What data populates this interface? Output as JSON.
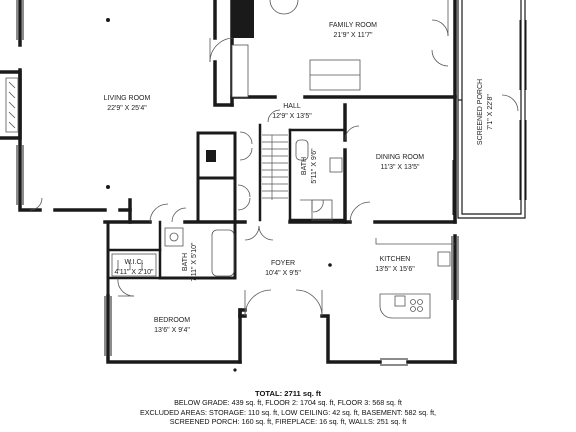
{
  "rooms": {
    "living_room": {
      "name": "LIVING ROOM",
      "dims": "22'9\" X 25'4\""
    },
    "family_room": {
      "name": "FAMILY ROOM",
      "dims": "21'9\" X 11'7\""
    },
    "screened_porch": {
      "name": "SCREENED PORCH",
      "dims": "7'1\" X 22'8\""
    },
    "hall": {
      "name": "HALL",
      "dims": "12'9\" X 13'5\""
    },
    "bath_upper": {
      "name": "BATH",
      "dims": "5'11\" X 9'6\""
    },
    "dining_room": {
      "name": "DINING ROOM",
      "dims": "11'3\" X 13'5\""
    },
    "bath_lower": {
      "name": "BATH",
      "dims": "7'11\" X 5'10\""
    },
    "wic": {
      "name": "W.I.C.",
      "dims": "4'11\" X 2'10\""
    },
    "foyer": {
      "name": "FOYER",
      "dims": "10'4\" X 9'5\""
    },
    "kitchen": {
      "name": "KITCHEN",
      "dims": "13'5\" X 15'6\""
    },
    "bedroom": {
      "name": "BEDROOM",
      "dims": "13'6\" X 9'4\""
    }
  },
  "summary": {
    "total": "TOTAL: 2711 sq. ft",
    "line1": "BELOW GRADE: 439 sq. ft, FLOOR 2: 1704 sq. ft, FLOOR 3: 568 sq. ft",
    "line2": "EXCLUDED AREAS: STORAGE: 110 sq. ft, LOW CEILING: 42 sq. ft, BASEMENT: 582 sq. ft,",
    "line3": "SCREENED PORCH: 160 sq. ft, FIREPLACE: 16 sq. ft, WALLS: 251 sq. ft"
  },
  "colors": {
    "wall": "#1a1a1a",
    "fixture": "#555555",
    "background": "#ffffff"
  }
}
